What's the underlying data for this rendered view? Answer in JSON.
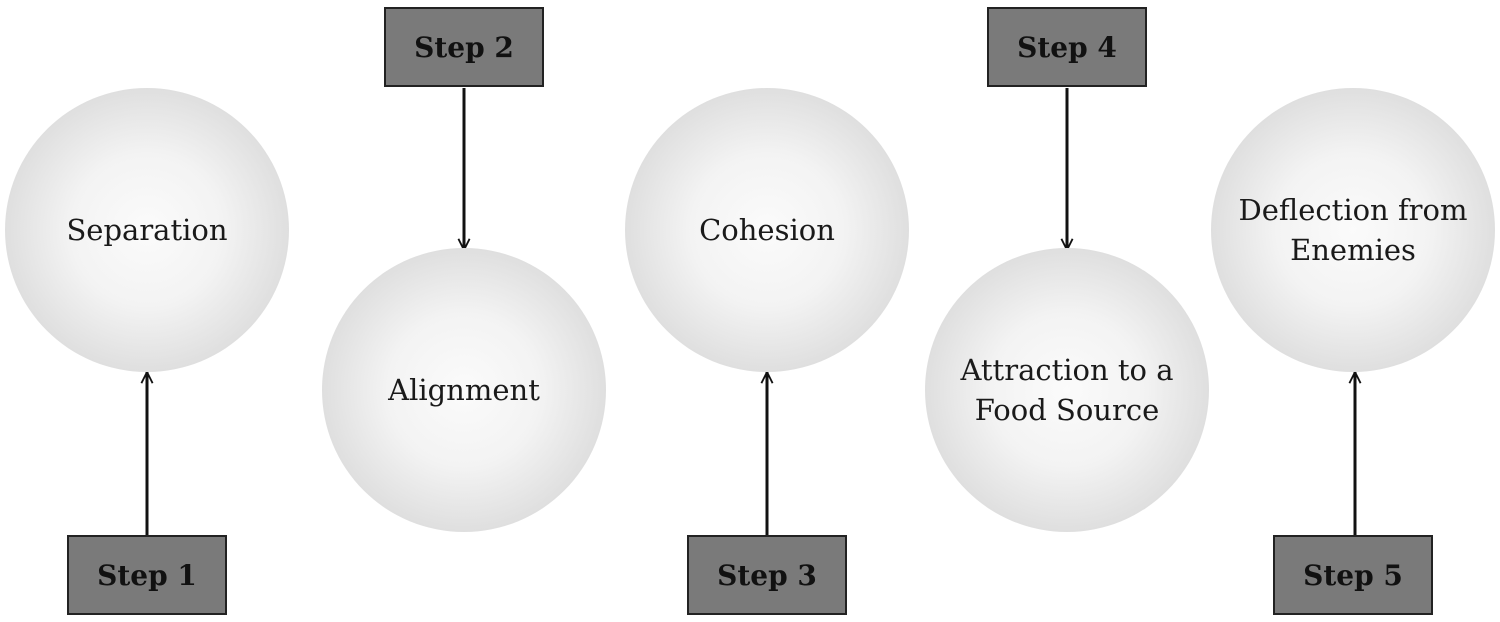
{
  "diagram": {
    "steps": [
      {
        "step": "Step 1",
        "concept": "Separation"
      },
      {
        "step": "Step 2",
        "concept": "Alignment"
      },
      {
        "step": "Step 3",
        "concept": "Cohesion"
      },
      {
        "step": "Step 4",
        "concept": "Attraction to a\nFood Source"
      },
      {
        "step": "Step 5",
        "concept": "Deflection from\nEnemies"
      }
    ],
    "colors": {
      "box_fill": "#7a7a7a",
      "box_border": "#222222",
      "arrow": "#111111",
      "circle_edge": "#c6c6c6"
    }
  }
}
